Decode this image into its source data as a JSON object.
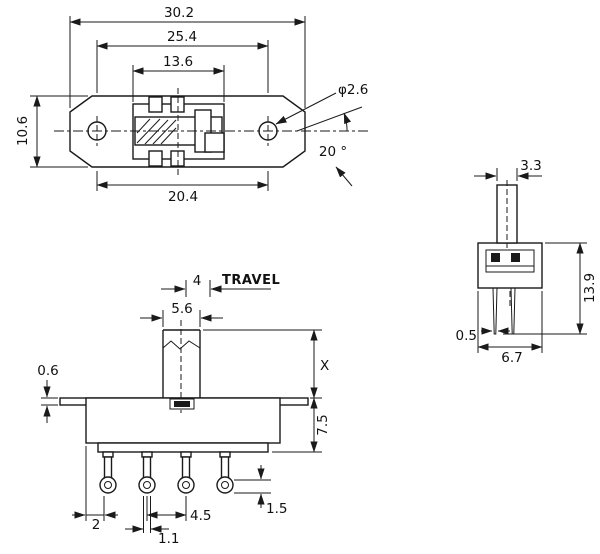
{
  "drawing": {
    "top_view": {
      "overall_width": "30.2",
      "hole_spacing": "25.4",
      "slot_length": "13.6",
      "hole_diameter": "φ2.6",
      "bend_angle": "20 °",
      "flange_height": "10.6",
      "base_width": "20.4"
    },
    "side_view": {
      "actuator_width": "3.3",
      "overall_height": "13.9",
      "pin_thickness": "0.5",
      "body_depth": "6.7"
    },
    "front_view": {
      "travel": "4",
      "travel_label": "TRAVEL",
      "knob_width": "5.6",
      "flange_thickness": "0.6",
      "actuator_height": "X",
      "body_height": "7.5",
      "eyelet_offset": "1.5",
      "pin_edge_offset": "2",
      "pin_pitch": "4.5",
      "pin_width": "1.1"
    }
  }
}
